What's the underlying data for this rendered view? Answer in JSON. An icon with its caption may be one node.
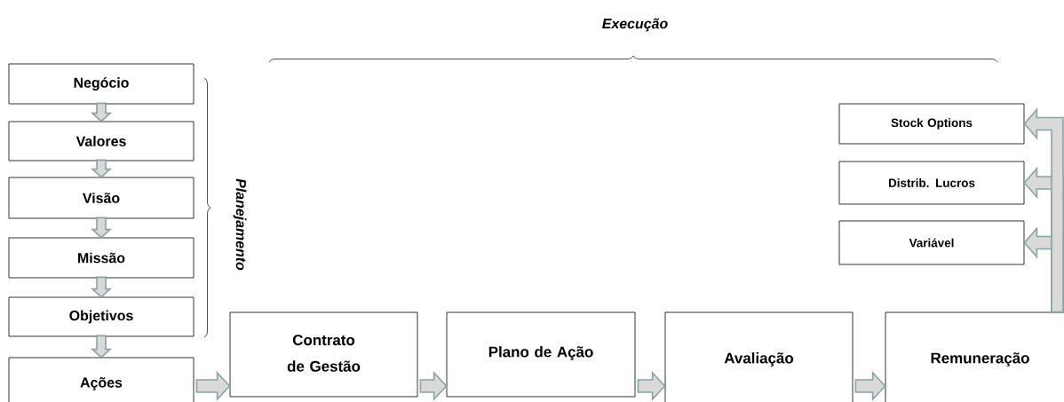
{
  "diagram": {
    "nodes": [
      {
        "text": [
          "Negócio"
        ]
      },
      {
        "text": [
          "Valores"
        ]
      },
      {
        "text": [
          "Visão"
        ]
      },
      {
        "text": [
          "Missão"
        ]
      },
      {
        "text": [
          "Objetivos"
        ]
      },
      {
        "text": [
          "Ações"
        ]
      },
      {
        "text": [
          "Contrato de Gestão"
        ]
      },
      {
        "text": [
          "Plano de Ação"
        ]
      },
      {
        "text": [
          "Avaliação"
        ]
      },
      {
        "text": [
          "Remuneração"
        ]
      },
      {
        "text": [
          "Stock Options"
        ]
      },
      {
        "text": [
          "Distrib. Lucros"
        ]
      },
      {
        "text": [
          "Variável"
        ]
      }
    ],
    "edges": [
      {
        "from": 0,
        "to": 1,
        "arrow": "to"
      },
      {
        "from": 1,
        "to": 2,
        "arrow": "to"
      },
      {
        "from": 2,
        "to": 3,
        "arrow": "to"
      },
      {
        "from": 3,
        "to": 4,
        "arrow": "to"
      },
      {
        "from": 4,
        "to": 5,
        "arrow": "to"
      },
      {
        "from": 5,
        "to": 6,
        "arrow": "to"
      },
      {
        "from": 6,
        "to": 7,
        "arrow": "to"
      },
      {
        "from": 7,
        "to": 8,
        "arrow": "to"
      },
      {
        "from": 8,
        "to": 9,
        "arrow": "to"
      },
      {
        "from": 9,
        "to": 10,
        "arrow": "to"
      },
      {
        "from": 9,
        "to": 11,
        "arrow": "to"
      },
      {
        "from": 9,
        "to": 12,
        "arrow": "to"
      }
    ],
    "labels": [
      "Execução",
      "Planejamento"
    ]
  }
}
